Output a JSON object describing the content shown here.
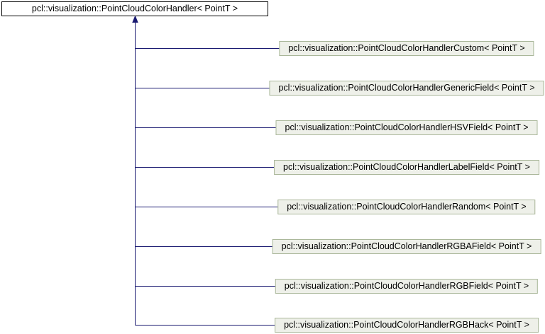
{
  "diagram": {
    "type": "class-inheritance-graph",
    "base_class": {
      "label": "pcl::visualization::PointCloudColorHandler< PointT >"
    },
    "derived_classes": [
      {
        "label": "pcl::visualization::PointCloudColorHandlerCustom< PointT >"
      },
      {
        "label": "pcl::visualization::PointCloudColorHandlerGenericField< PointT >"
      },
      {
        "label": "pcl::visualization::PointCloudColorHandlerHSVField< PointT >"
      },
      {
        "label": "pcl::visualization::PointCloudColorHandlerLabelField< PointT >"
      },
      {
        "label": "pcl::visualization::PointCloudColorHandlerRandom< PointT >"
      },
      {
        "label": "pcl::visualization::PointCloudColorHandlerRGBAField< PointT >"
      },
      {
        "label": "pcl::visualization::PointCloudColorHandlerRGBField< PointT >"
      },
      {
        "label": "pcl::visualization::PointCloudColorHandlerRGBHack< PointT >"
      }
    ],
    "colors": {
      "background": "#ffffff",
      "edge": "#191970",
      "base_node_border": "#000000",
      "base_node_fill": "#ffffff",
      "derived_node_border": "#aab79a",
      "derived_node_fill": "#eef0e9",
      "text": "#000000"
    }
  }
}
